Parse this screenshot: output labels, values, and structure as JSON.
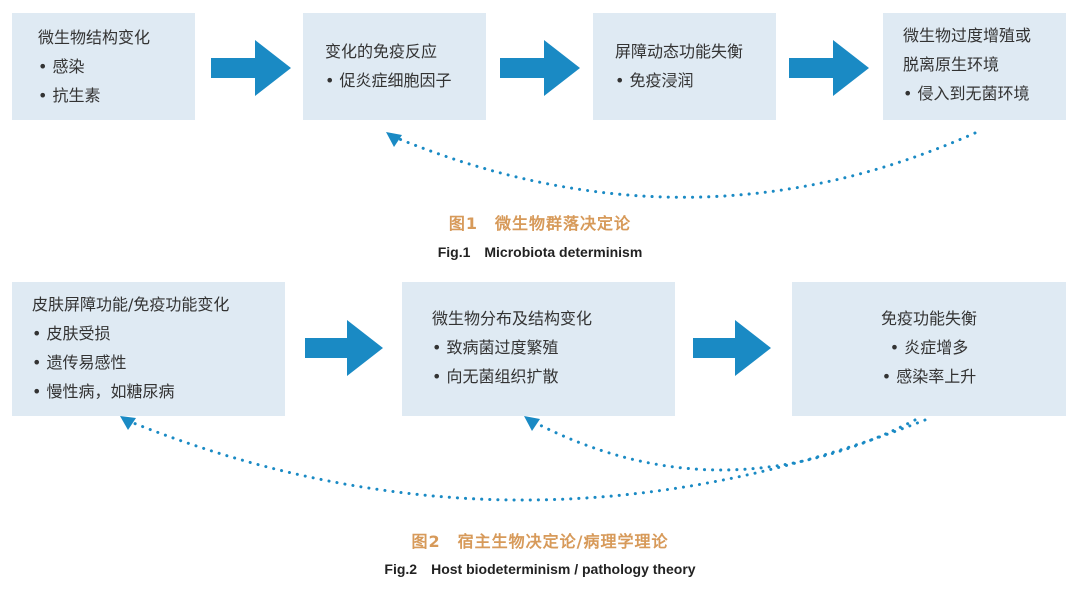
{
  "figure1": {
    "boxes": [
      {
        "title": "微生物结构变化",
        "items": [
          "• 感染",
          "• 抗生素"
        ]
      },
      {
        "title": "变化的免疫反应",
        "items": [
          "• 促炎症细胞因子"
        ]
      },
      {
        "title": "屏障动态功能失衡",
        "items": [
          "• 免疫浸润"
        ]
      },
      {
        "title": "微生物过度增殖或",
        "title2": "脱离原生环境",
        "items": [
          "• 侵入到无菌环境"
        ]
      }
    ],
    "caption_cn": "图1　微生物群落决定论",
    "caption_en": "Fig.1　Microbiota determinism"
  },
  "figure2": {
    "boxes": [
      {
        "title": "皮肤屏障功能/免疫功能变化",
        "items": [
          "• 皮肤受损",
          "• 遗传易感性",
          "• 慢性病，如糖尿病"
        ]
      },
      {
        "title": "微生物分布及结构变化",
        "items": [
          "• 致病菌过度繁殖",
          "• 向无菌组织扩散"
        ]
      },
      {
        "title": "免疫功能失衡",
        "items": [
          "• 炎症增多",
          "• 感染率上升"
        ]
      }
    ],
    "caption_cn": "图2　宿主生物决定论/病理学理论",
    "caption_en": "Fig.2　Host biodeterminism / pathology theory"
  },
  "colors": {
    "box_fill": "#dfeaf3",
    "arrow": "#1a8ac4",
    "dotted": "#1a8ac4",
    "caption_cn": "#d79a5a"
  }
}
